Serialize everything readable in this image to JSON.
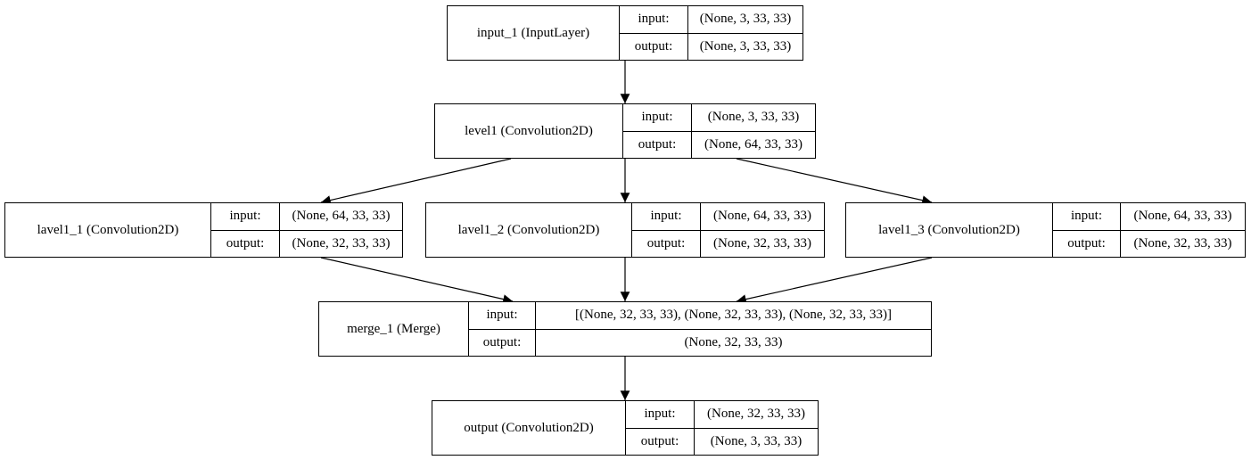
{
  "nodes": [
    {
      "id": "input_1",
      "name": "input_1 (InputLayer)",
      "in_label": "input:",
      "out_label": "output:",
      "input": "(None, 3, 33, 33)",
      "output": "(None, 3, 33, 33)"
    },
    {
      "id": "level1",
      "name": "level1 (Convolution2D)",
      "in_label": "input:",
      "out_label": "output:",
      "input": "(None, 3, 33, 33)",
      "output": "(None, 64, 33, 33)"
    },
    {
      "id": "lavel1_1",
      "name": "lavel1_1 (Convolution2D)",
      "in_label": "input:",
      "out_label": "output:",
      "input": "(None, 64, 33, 33)",
      "output": "(None, 32, 33, 33)"
    },
    {
      "id": "lavel1_2",
      "name": "lavel1_2 (Convolution2D)",
      "in_label": "input:",
      "out_label": "output:",
      "input": "(None, 64, 33, 33)",
      "output": "(None, 32, 33, 33)"
    },
    {
      "id": "lavel1_3",
      "name": "lavel1_3 (Convolution2D)",
      "in_label": "input:",
      "out_label": "output:",
      "input": "(None, 64, 33, 33)",
      "output": "(None, 32, 33, 33)"
    },
    {
      "id": "merge_1",
      "name": "merge_1 (Merge)",
      "in_label": "input:",
      "out_label": "output:",
      "input": "[(None, 32, 33, 33), (None, 32, 33, 33), (None, 32, 33, 33)]",
      "output": "(None, 32, 33, 33)"
    },
    {
      "id": "output",
      "name": "output (Convolution2D)",
      "in_label": "input:",
      "out_label": "output:",
      "input": "(None, 32, 33, 33)",
      "output": "(None, 3, 33, 33)"
    }
  ],
  "edges": [
    {
      "from": "input_1",
      "to": "level1"
    },
    {
      "from": "level1",
      "to": "lavel1_1"
    },
    {
      "from": "level1",
      "to": "lavel1_2"
    },
    {
      "from": "level1",
      "to": "lavel1_3"
    },
    {
      "from": "lavel1_1",
      "to": "merge_1"
    },
    {
      "from": "lavel1_2",
      "to": "merge_1"
    },
    {
      "from": "lavel1_3",
      "to": "merge_1"
    },
    {
      "from": "merge_1",
      "to": "output"
    }
  ]
}
